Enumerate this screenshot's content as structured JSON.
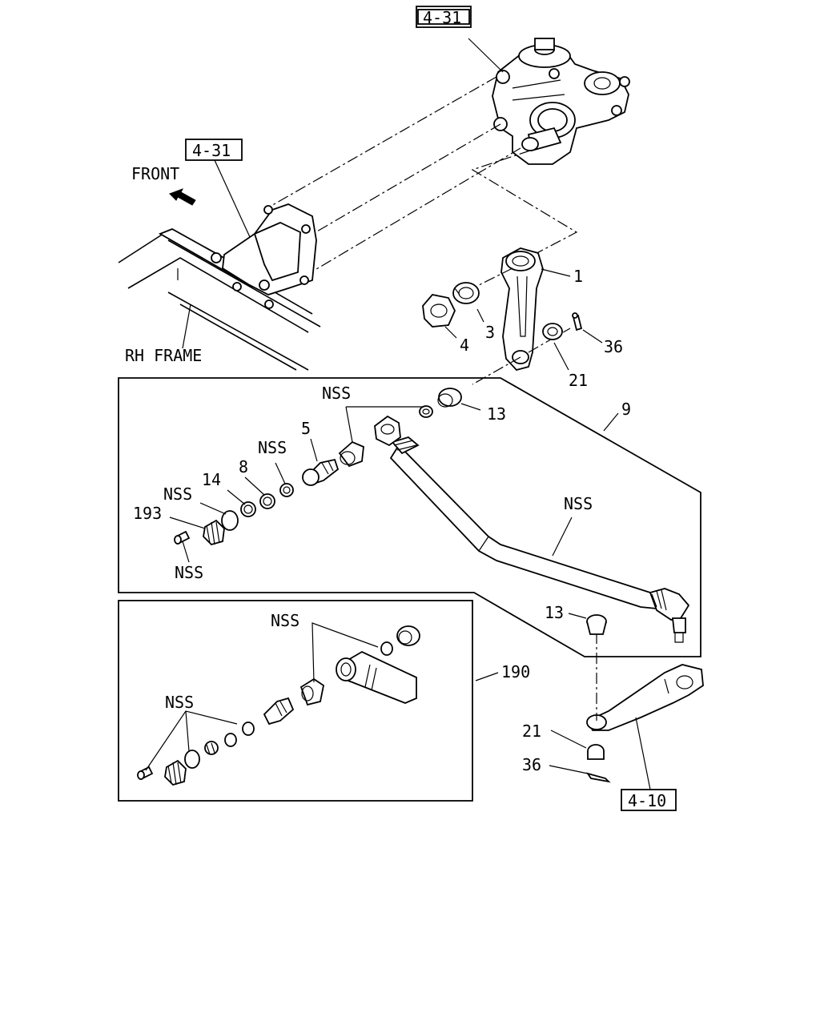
{
  "callouts": {
    "ref_4_31_top": "4-31",
    "ref_4_31_left": "4-31",
    "ref_4_10": "4-10",
    "front": "FRONT",
    "rh_frame": "RH FRAME",
    "p1": "1",
    "p3": "3",
    "p4": "4",
    "p36_top": "36",
    "p21_top": "21",
    "p13_top": "13",
    "p9": "9",
    "nss_top": "NSS",
    "p5": "5",
    "nss_mid": "NSS",
    "p8": "8",
    "p14": "14",
    "nss_left": "NSS",
    "p193": "193",
    "nss_bottom": "NSS",
    "nss_tube": "NSS",
    "p13_bottom": "13",
    "p190": "190",
    "nss_inset_top": "NSS",
    "nss_inset_left": "NSS",
    "p21_bottom": "21",
    "p36_bottom": "36"
  },
  "icons": {
    "front_arrow": "front-arrow-icon"
  }
}
